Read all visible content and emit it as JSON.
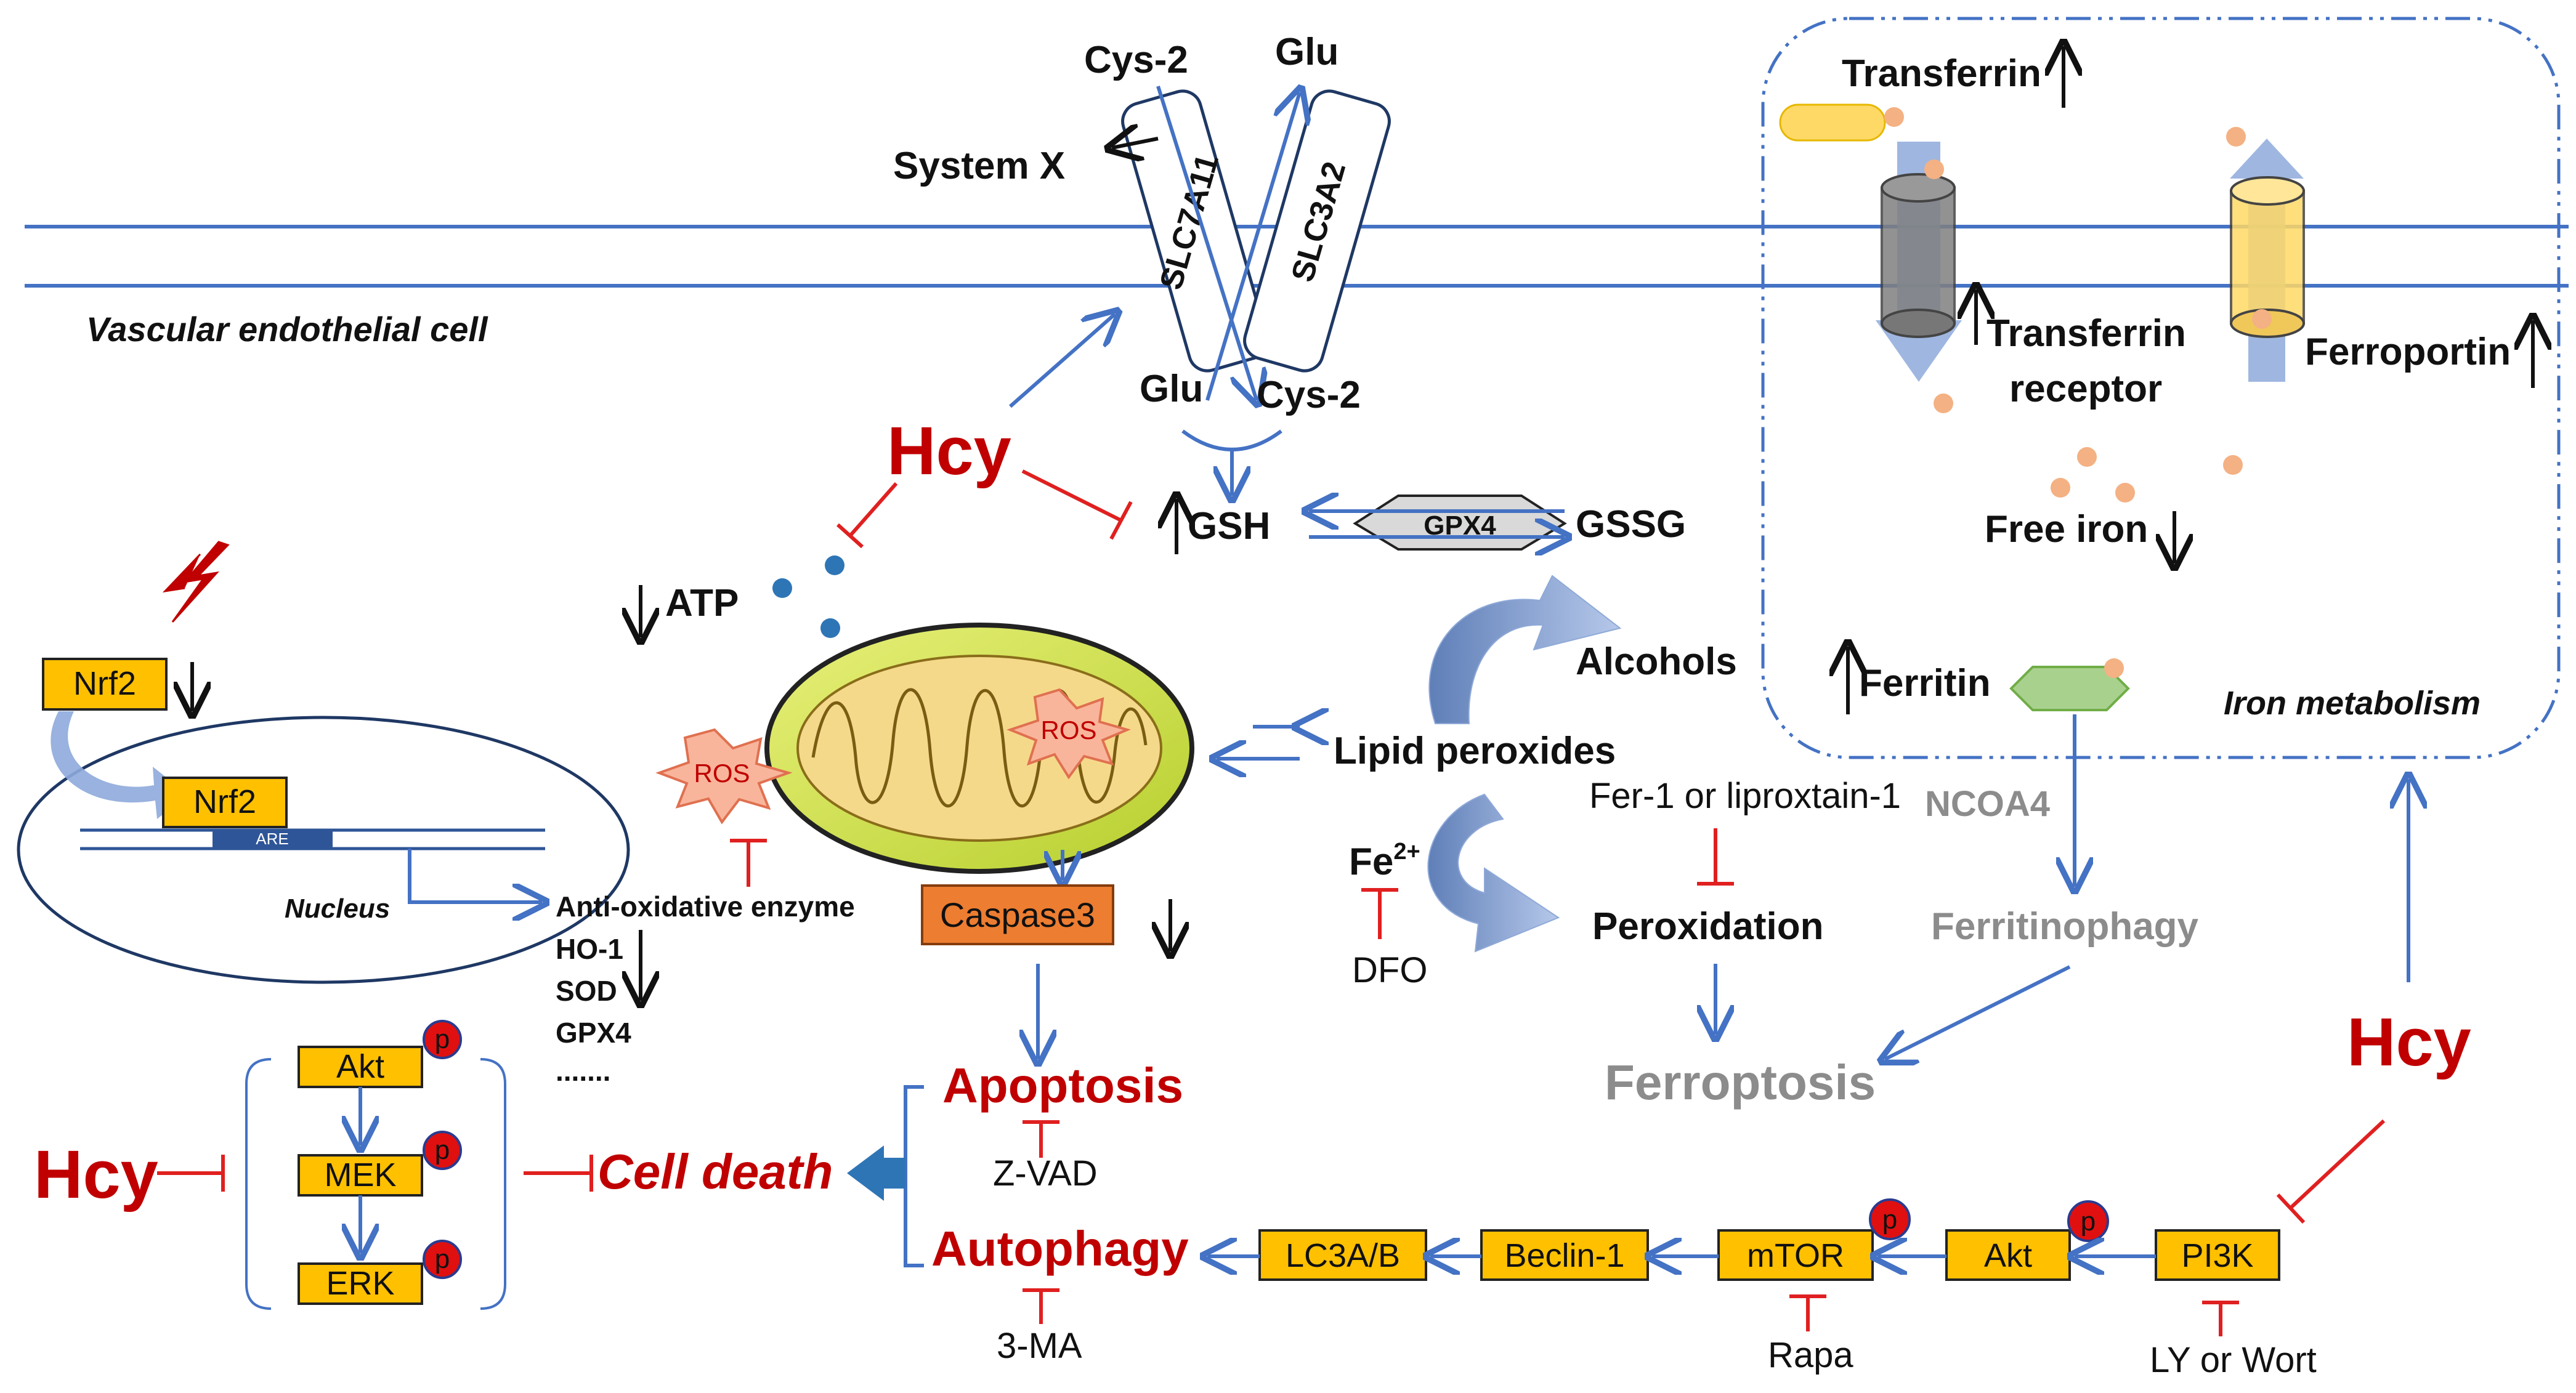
{
  "labels": {
    "cell": "Vascular endothelial cell",
    "system_x": "System X",
    "cys2_top": "Cys-2",
    "glu_top": "Glu",
    "slc7a11": "SLC7A11",
    "slc3a2": "SLC3A2",
    "glu_bottom": "Glu",
    "cys2_bottom": "Cys-2",
    "hcy_center": "Hcy",
    "hcy_left": "Hcy",
    "hcy_right": "Hcy",
    "gsh": "GSH",
    "gpx4": "GPX4",
    "gssg": "GSSG",
    "atp": "ATP",
    "ros_left": "ROS",
    "ros_mito": "ROS",
    "alcohols": "Alcohols",
    "lipid_peroxides": "Lipid peroxides",
    "fer1": "Fer-1 or liproxtain-1",
    "fe": "Fe",
    "fe_sup": "2+",
    "dfo": "DFO",
    "peroxidation": "Peroxidation",
    "ferroptosis": "Ferroptosis",
    "ncoa4": "NCOA4",
    "ferritinophagy": "Ferritinophagy",
    "transferrin": "Transferrin",
    "transferrin_receptor_1": "Transferrin",
    "transferrin_receptor_2": "receptor",
    "ferroportin": "Ferroportin",
    "free_iron": "Free iron",
    "ferritin": "Ferritin",
    "iron_metabolism": "Iron metabolism",
    "nrf2_top": "Nrf2",
    "nrf2_nucleus": "Nrf2",
    "are": "ARE",
    "nucleus": "Nucleus",
    "anti_ox": "Anti-oxidative enzyme",
    "ho1": "HO-1",
    "sod": "SOD",
    "gpx4_list": "GPX4",
    "dots": ".......",
    "caspase3": "Caspase3",
    "apoptosis": "Apoptosis",
    "zvad": "Z-VAD",
    "autophagy": "Autophagy",
    "three_ma": "3-MA",
    "cell_death": "Cell death",
    "akt_left": "Akt",
    "mek": "MEK",
    "erk": "ERK",
    "lc3": "LC3A/B",
    "beclin": "Beclin-1",
    "mtor": "mTOR",
    "akt_right": "Akt",
    "pi3k": "PI3K",
    "rapa": "Rapa",
    "ly": "LY or Wort",
    "p": "p"
  },
  "colors": {
    "arrow_blue": "#4472c4",
    "inhibit_red": "#e02020",
    "hcy_red": "#c00000",
    "box_orange": "#ffc000",
    "caspase_orange": "#ed7d31",
    "grey_text": "#8c8c8c"
  }
}
